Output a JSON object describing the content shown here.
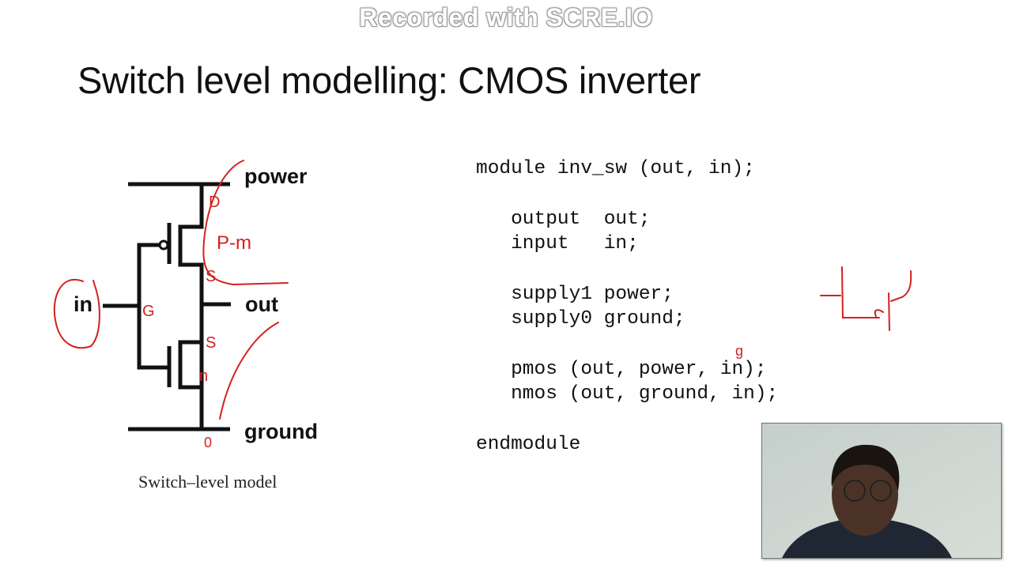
{
  "watermark": "Recorded with SCRE.IO",
  "slide": {
    "title": "Switch level modelling: CMOS inverter",
    "diagram": {
      "labels": {
        "power": "power",
        "out": "out",
        "ground": "ground",
        "in": "in"
      },
      "caption": "Switch–level model"
    },
    "code": [
      "module inv_sw (out, in);",
      "   output  out;",
      "   input   in;",
      "   supply1 power;",
      "   supply0 ground;",
      "   pmos (out, power, in);",
      "   nmos (out, ground, in);",
      "endmodule"
    ],
    "annotations": {
      "pmos_drain": "D",
      "pmos_type": "P-m",
      "pmos_source": "S",
      "gate": "G",
      "nmos_source": "S",
      "nmos_type": "n",
      "ground_mark": "0",
      "code_gate_mark": "g"
    },
    "annotation_color": "#d42020"
  },
  "webcam": {
    "background": "#c9d2cf"
  }
}
